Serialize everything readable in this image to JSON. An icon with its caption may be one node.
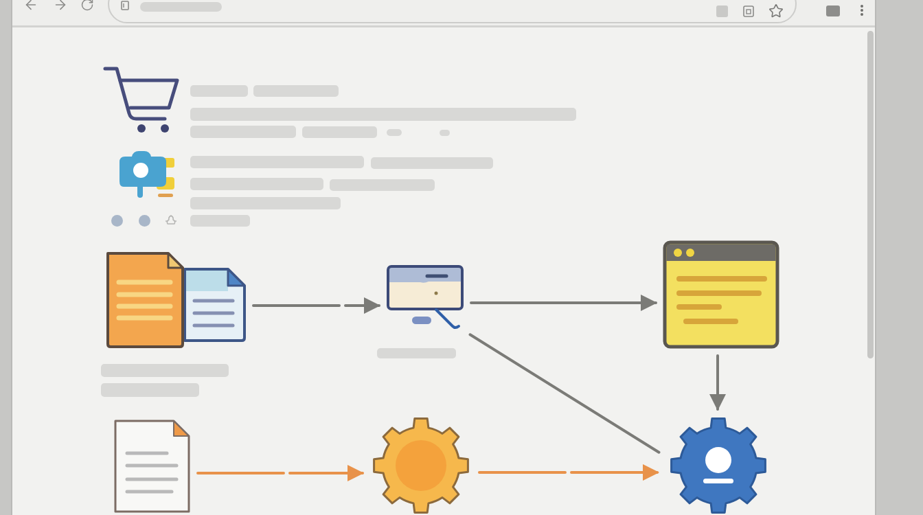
{
  "diagram": {
    "nodes": [
      {
        "text": [],
        "shape": "documents"
      },
      {
        "text": [],
        "shape": "monitor"
      },
      {
        "text": [],
        "shape": "window"
      },
      {
        "text": [],
        "shape": "document"
      },
      {
        "text": [],
        "shape": "gear"
      },
      {
        "text": [],
        "shape": "gear"
      }
    ],
    "edges": [
      {
        "from": 0,
        "to": 1,
        "arrow": "to",
        "style": "dashed"
      },
      {
        "from": 1,
        "to": 2,
        "arrow": "to"
      },
      {
        "from": 2,
        "to": 5,
        "arrow": "to"
      },
      {
        "from": 1,
        "to": 5,
        "arrow": "none"
      },
      {
        "from": 3,
        "to": 4,
        "arrow": "to",
        "style": "dashed",
        "color": "#e8924a"
      },
      {
        "from": 4,
        "to": 5,
        "arrow": "to",
        "style": "dashed",
        "color": "#e8924a"
      }
    ]
  }
}
